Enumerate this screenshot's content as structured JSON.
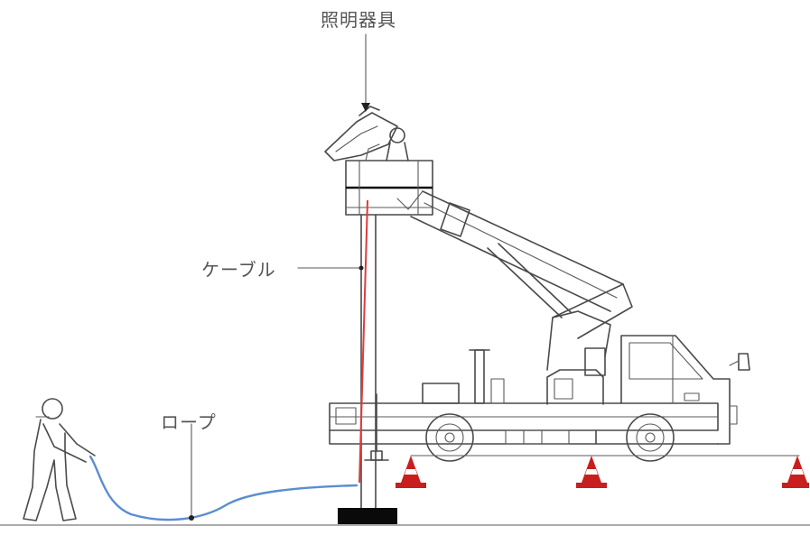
{
  "labels": {
    "fixture": "照明器具",
    "cable": "ケーブル",
    "rope": "ロープ"
  },
  "colors": {
    "rope": "#5b8ed0",
    "cable_red": "#e03b3b",
    "cone_red": "#c81e1e",
    "line": "#4a4a4a"
  }
}
